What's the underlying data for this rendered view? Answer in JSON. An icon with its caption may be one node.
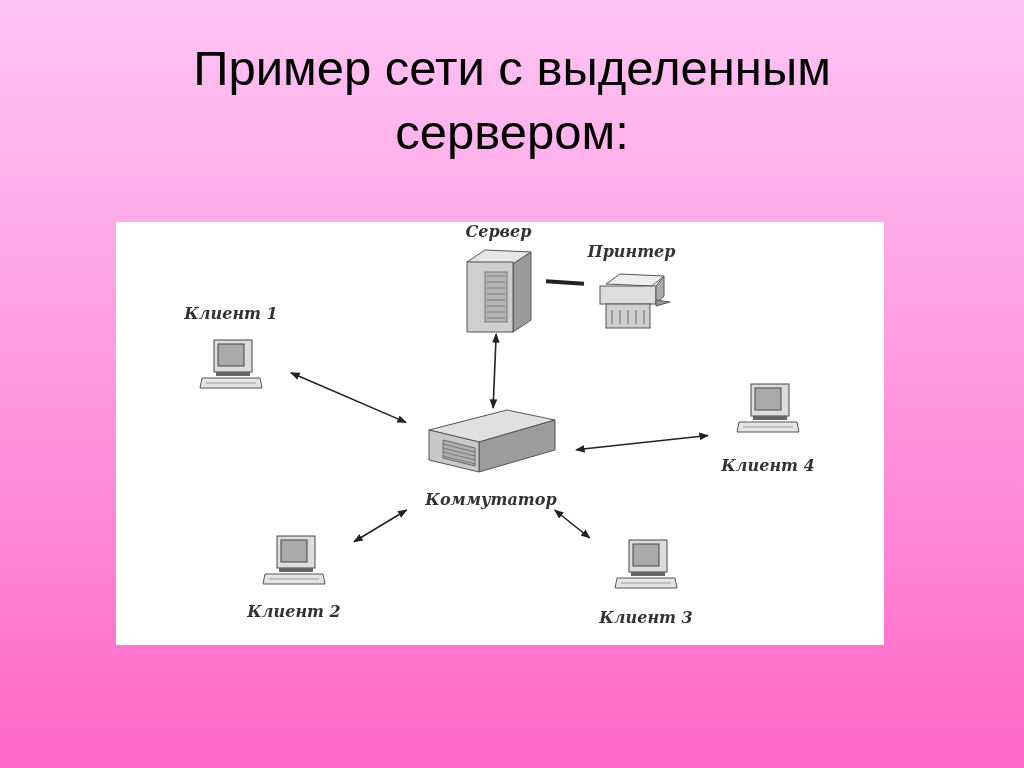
{
  "diagram": {
    "title": "Пример сети с выделенным сервером:",
    "nodes": [
      {
        "text": [
          "Сервер"
        ]
      },
      {
        "text": [
          "Принтер"
        ]
      },
      {
        "text": [
          "Клиент 1"
        ]
      },
      {
        "text": [
          "Коммутатор"
        ]
      },
      {
        "text": [
          "Клиент 4"
        ]
      },
      {
        "text": [
          "Клиент 2"
        ]
      },
      {
        "text": [
          "Клиент 3"
        ]
      }
    ],
    "edges": [
      {
        "from": 0,
        "to": 1,
        "arrow": "none",
        "style": "thick"
      },
      {
        "from": 0,
        "to": 3,
        "arrow": "both"
      },
      {
        "from": 2,
        "to": 3,
        "arrow": "both"
      },
      {
        "from": 4,
        "to": 3,
        "arrow": "both"
      },
      {
        "from": 5,
        "to": 3,
        "arrow": "both"
      },
      {
        "from": 6,
        "to": 3,
        "arrow": "both"
      }
    ]
  }
}
